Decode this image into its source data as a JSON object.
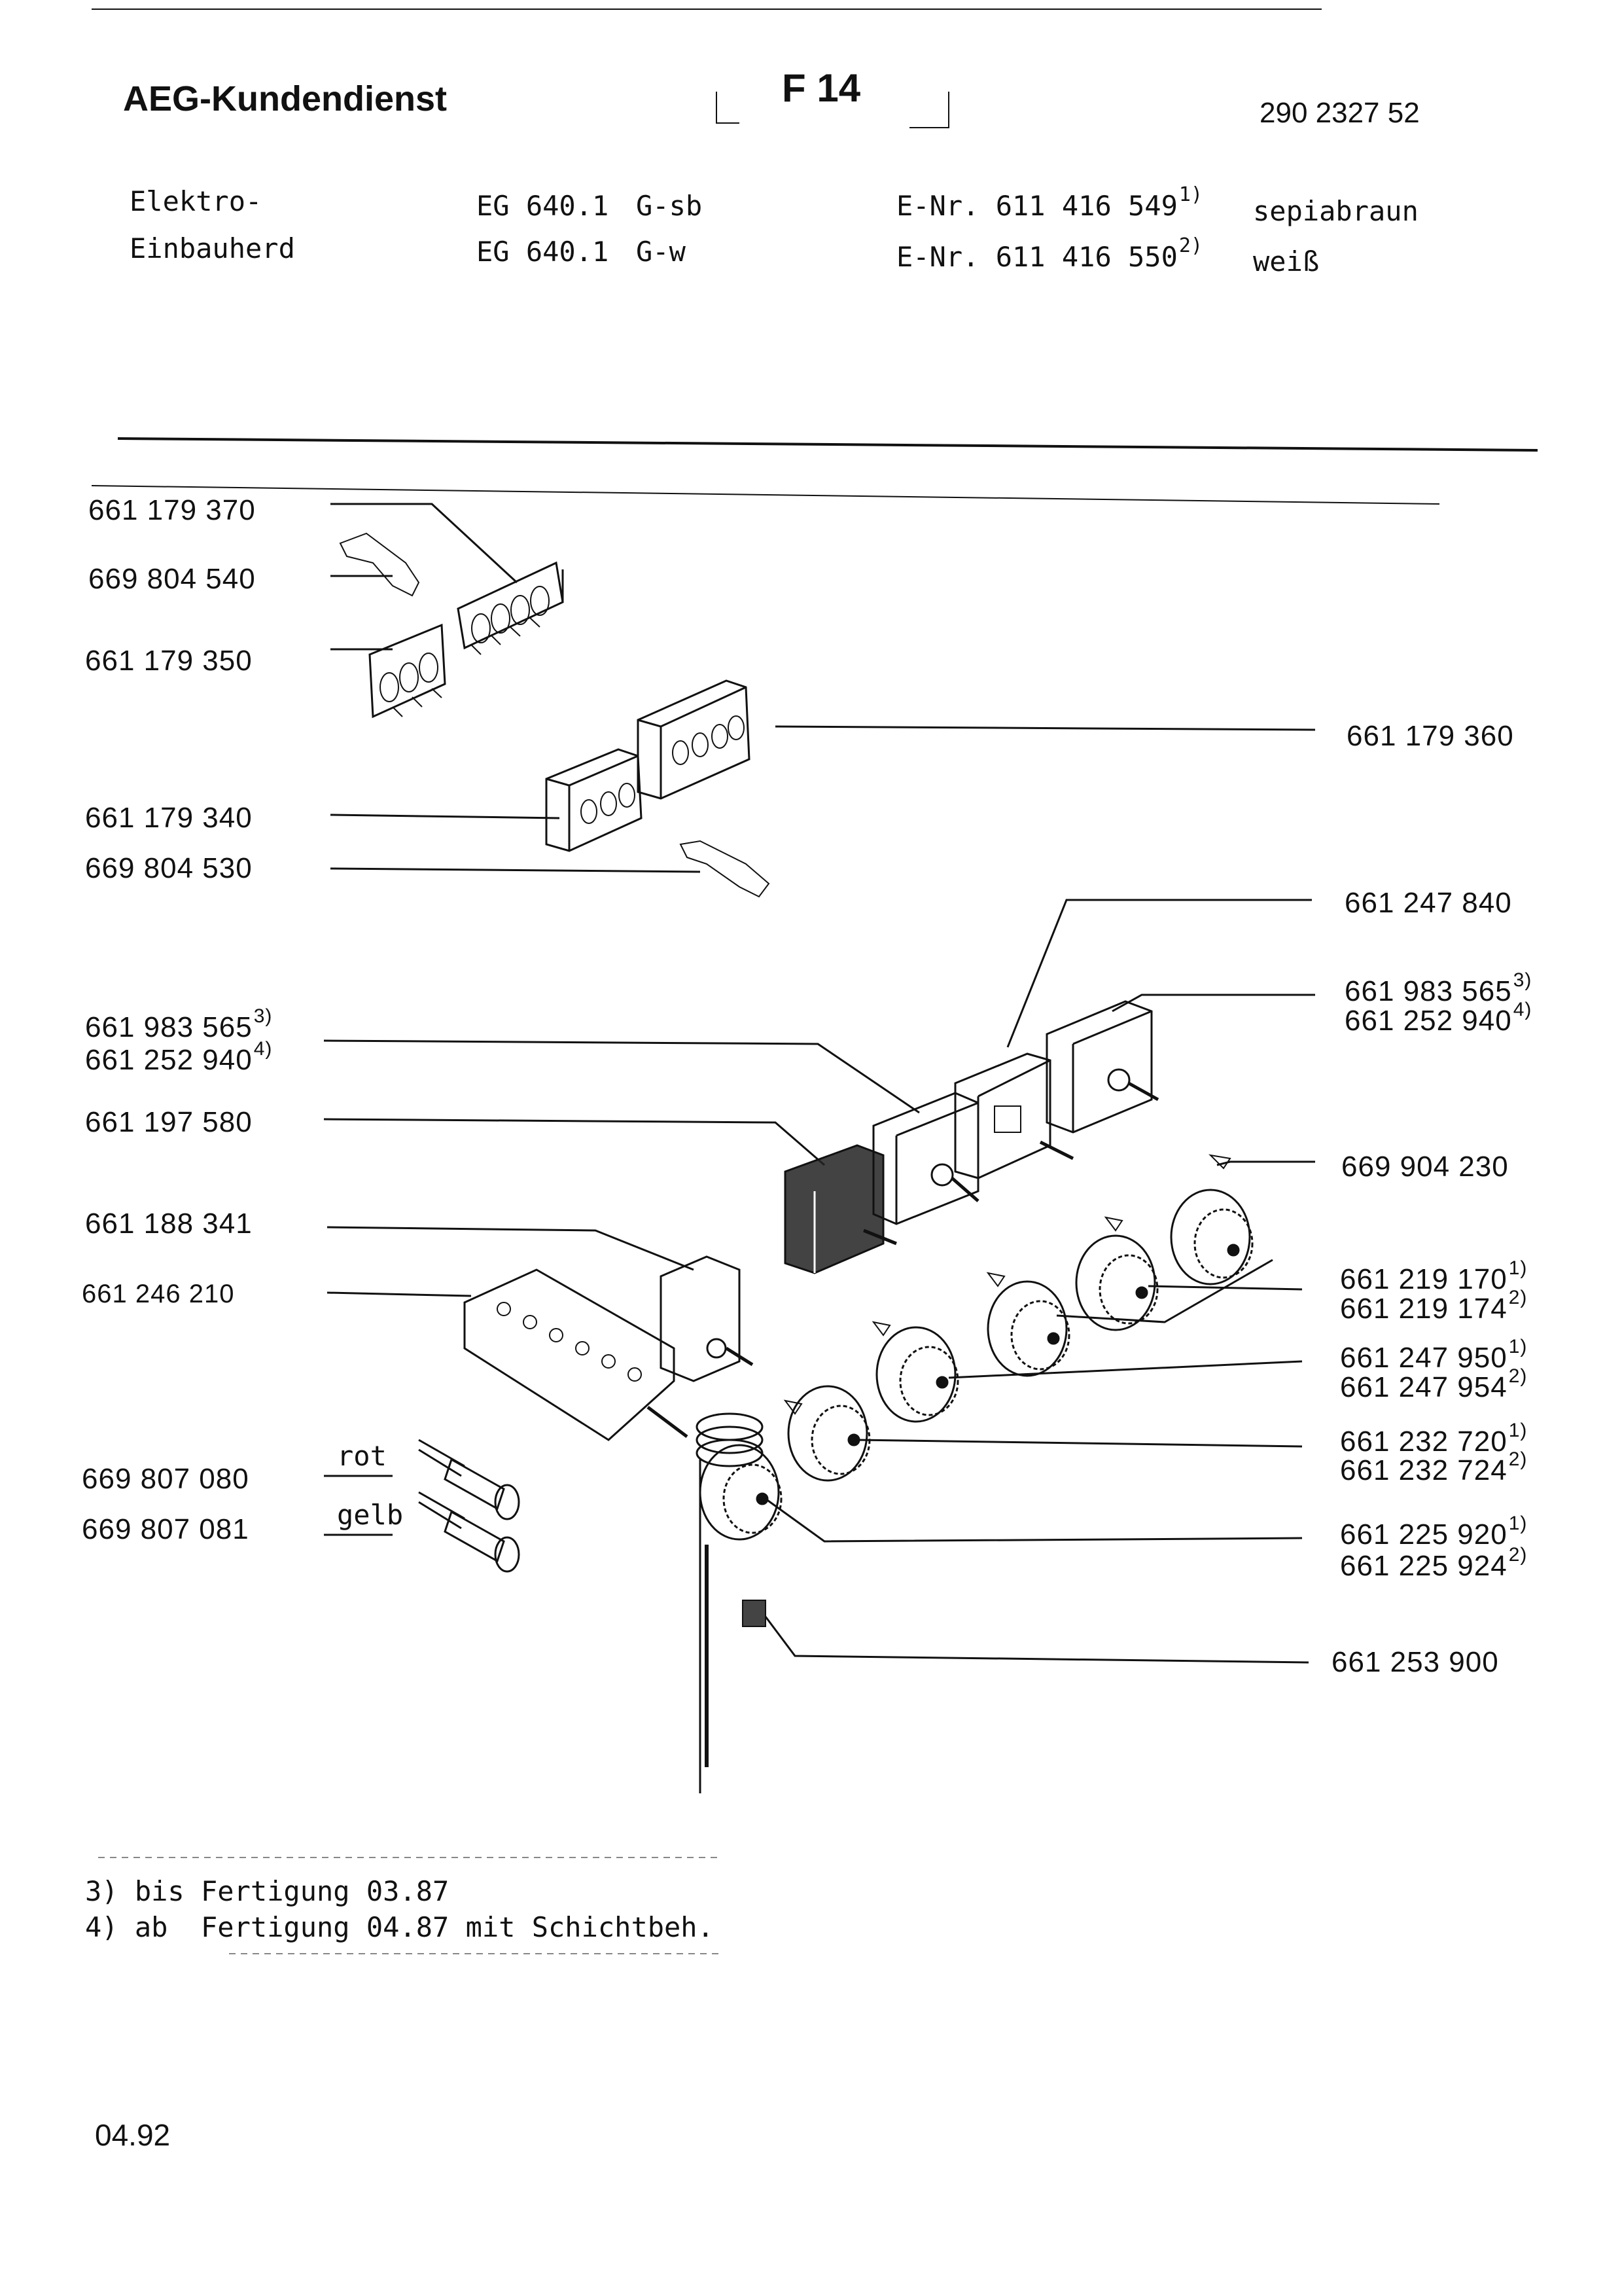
{
  "header": {
    "service_title": "AEG-Kundendienst",
    "page_code": "F 14",
    "doc_number": "290 2327 52"
  },
  "appliance": {
    "type_line1": "Elektro-",
    "type_line2": "Einbauherd",
    "models": [
      {
        "model": "EG 640.1",
        "variant": "G-sb",
        "enr_label": "E-Nr.",
        "enr": "611 416 549",
        "note": "1)",
        "color": "sepiabraun"
      },
      {
        "model": "EG 640.1",
        "variant": "G-w",
        "enr_label": "E-Nr.",
        "enr": "611 416 550",
        "note": "2)",
        "color": "weiß"
      }
    ]
  },
  "parts_left": [
    {
      "number": "661 179 370"
    },
    {
      "number": "669 804 540"
    },
    {
      "number": "661 179 350"
    },
    {
      "number": "661 179 340"
    },
    {
      "number": "669 804 530"
    },
    {
      "number": "661 983 565",
      "note": "3)"
    },
    {
      "number": "661 252 940",
      "note": "4)"
    },
    {
      "number": "661 197 580"
    },
    {
      "number": "661 188 341"
    },
    {
      "number": "661 246 210"
    },
    {
      "number": "669 807 080"
    },
    {
      "number": "669 807 081"
    }
  ],
  "parts_right": [
    {
      "number": "661 179 360"
    },
    {
      "number": "661 247 840"
    },
    {
      "number": "661 983 565",
      "note": "3)"
    },
    {
      "number": "661 252 940",
      "note": "4)"
    },
    {
      "number": "669 904 230"
    },
    {
      "number": "661 219 170",
      "note": "1)"
    },
    {
      "number": "661 219 174",
      "note": "2)"
    },
    {
      "number": "661 247 950",
      "note": "1)"
    },
    {
      "number": "661 247 954",
      "note": "2)"
    },
    {
      "number": "661 232 720",
      "note": "1)"
    },
    {
      "number": "661 232 724",
      "note": "2)"
    },
    {
      "number": "661 225 920",
      "note": "1)"
    },
    {
      "number": "661 225 924",
      "note": "2)"
    },
    {
      "number": "661 253 900"
    }
  ],
  "wire_labels": {
    "red": "rot",
    "yellow": "gelb"
  },
  "footnotes": [
    "3) bis Fertigung 03.87",
    "4) ab  Fertigung 04.87 mit Schichtbeh."
  ],
  "date": "04.92"
}
